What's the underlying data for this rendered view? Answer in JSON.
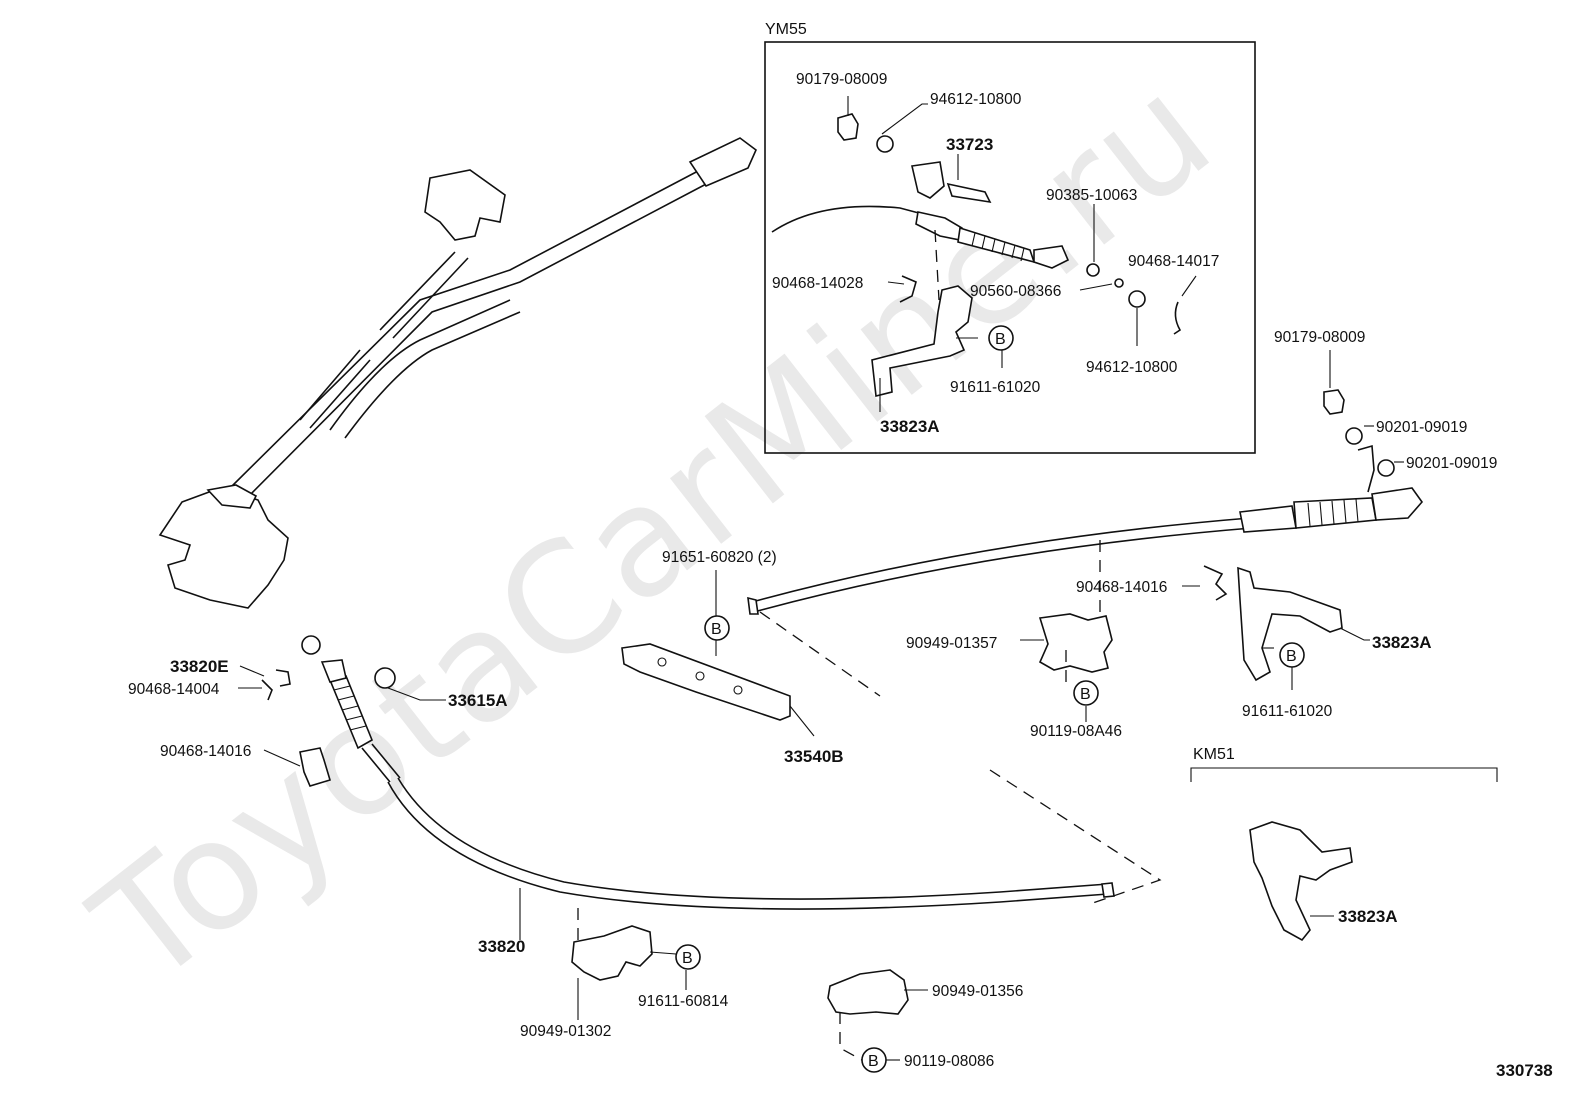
{
  "watermark": "ToyotaCarMine.ru",
  "diagram_id": "330738",
  "groups": {
    "ym55": "YM55",
    "km51": "KM51"
  },
  "bolt_marker": "B",
  "labels": {
    "p90179_08009_a": "90179-08009",
    "p94612_10800_a": "94612-10800",
    "p33723": "33723",
    "p90385_10063": "90385-10063",
    "p90468_14017": "90468-14017",
    "p90468_14028": "90468-14028",
    "p90560_08366": "90560-08366",
    "p94612_10800_b": "94612-10800",
    "p91611_61020_a": "91611-61020",
    "p33823A_a": "33823A",
    "p90179_08009_b": "90179-08009",
    "p90201_09019_a": "90201-09019",
    "p90201_09019_b": "90201-09019",
    "p91651_60820": "91651-60820 (2)",
    "p90468_14016_a": "90468-14016",
    "p90949_01357": "90949-01357",
    "p33823A_b": "33823A",
    "p91611_61020_b": "91611-61020",
    "p90119_08A46": "90119-08A46",
    "p33820E": "33820E",
    "p90468_14004": "90468-14004",
    "p33615A": "33615A",
    "p90468_14016_b": "90468-14016",
    "p33540B": "33540B",
    "p33820": "33820",
    "p91611_60814": "91611-60814",
    "p90949_01302": "90949-01302",
    "p90949_01356": "90949-01356",
    "p90119_08086": "90119-08086",
    "p33823A_c": "33823A"
  }
}
